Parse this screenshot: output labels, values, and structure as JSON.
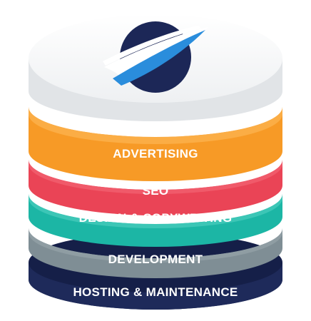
{
  "logo": {
    "name": "swoosh-logo",
    "colors": {
      "navy": "#1c2757",
      "blue": "#2a8ddc"
    }
  },
  "layers": [
    {
      "id": "advertising",
      "label": "ADVERTISING",
      "color": "#f79a26",
      "shade": "#e7871c"
    },
    {
      "id": "seo",
      "label": "SEO",
      "color": "#ea4456",
      "shade": "#d33344"
    },
    {
      "id": "design",
      "label": "DESIGN & COPYWRITING",
      "color": "#1cb6a5",
      "shade": "#129c8d"
    },
    {
      "id": "development",
      "label": "DEVELOPMENT",
      "color": "#7f8e95",
      "shade": "#6b7a81"
    },
    {
      "id": "hosting",
      "label": "HOSTING & MAINTENANCE",
      "color": "#1e2a5a",
      "shade": "#151f48"
    }
  ],
  "top": {
    "color": "#f4f5f6",
    "edge": "#e1e4e7"
  }
}
